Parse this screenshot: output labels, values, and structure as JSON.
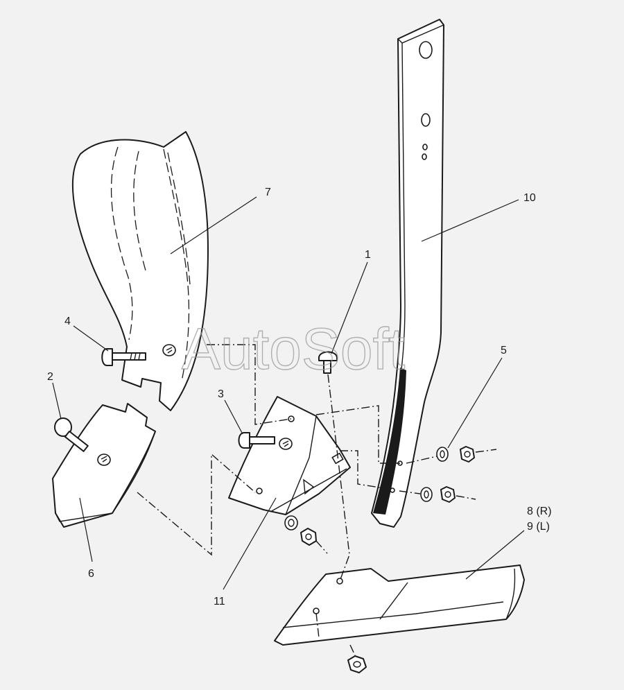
{
  "watermark": "AutoSoft",
  "labels": {
    "p1": "1",
    "p2": "2",
    "p3": "3",
    "p4": "4",
    "p5": "5",
    "p6": "6",
    "p7": "7",
    "p8": "8 (R)",
    "p9": "9 (L)",
    "p10": "10",
    "p11": "11"
  },
  "colors": {
    "background": "#f2f2f2",
    "line": "#1a1a1a",
    "watermark": "#9a9a9a"
  }
}
